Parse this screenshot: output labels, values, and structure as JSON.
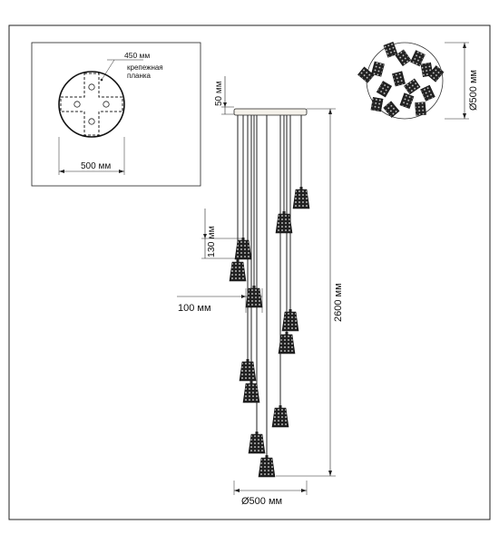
{
  "plan_inset": {
    "bracket_label": "450 мм",
    "bracket_name_line1": "крепежная",
    "bracket_name_line2": "планка",
    "width_label": "500 мм"
  },
  "dimensions": {
    "canopy_height": "50 мм",
    "shade_height": "130 мм",
    "shade_width": "100 мм",
    "total_height": "2600 мм",
    "canopy_diameter": "Ø500 мм",
    "top_view_diameter": "Ø500 мм"
  },
  "colors": {
    "line": "#1a1a1a",
    "shade": "#2a2a2a",
    "canopy": "#f4f1ea"
  }
}
